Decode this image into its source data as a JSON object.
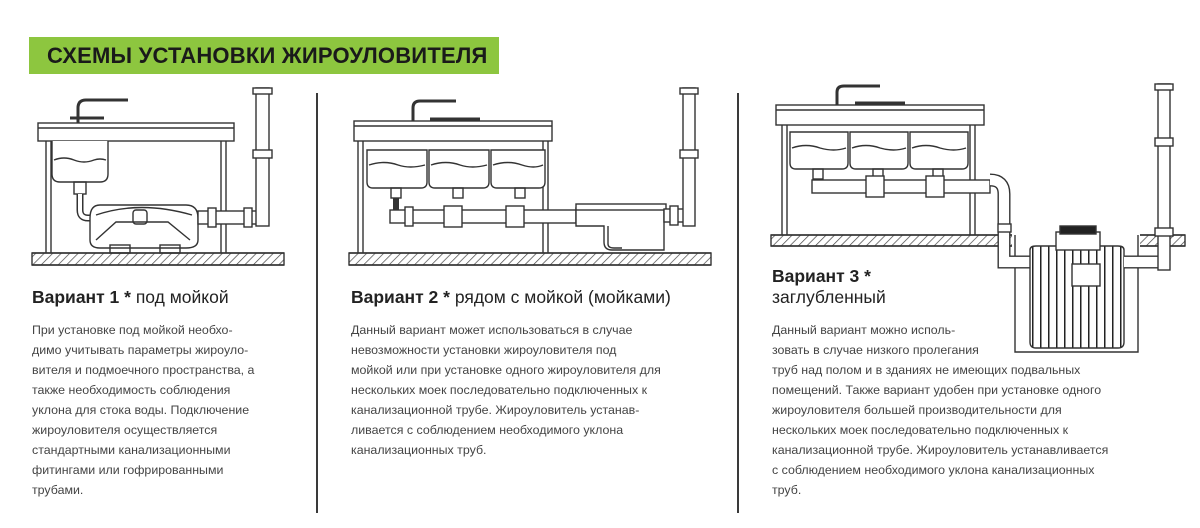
{
  "banner": {
    "title": "СХЕМЫ УСТАНОВКИ ЖИРОУЛОВИТЕЛЯ"
  },
  "variants": [
    {
      "label": "Вариант 1 *",
      "subtitle": " под мойкой",
      "lines": [
        "При установке под мойкой необхо-",
        "димо учитывать параметры жироуло-",
        "вителя и подмоечного пространства, а",
        "также необходимость соблюдения",
        "уклона для стока воды. Подключение",
        "жироуловителя осуществляется",
        "стандартными канализационными",
        "фитингами или гофрированными",
        "трубами."
      ]
    },
    {
      "label": "Вариант 2 *",
      "subtitle": " рядом с мойкой (мойками)",
      "lines": [
        "Данный вариант может использоваться в случае",
        "невозможности установки жироуловителя под",
        "мойкой или при установке одного жироуловителя для",
        "нескольких моек последовательно подключенных к",
        "канализационной трубе. Жироуловитель устанав-",
        "ливается с соблюдением необходимого уклона",
        "канализационных труб."
      ]
    },
    {
      "label": "Вариант 3 *",
      "subtitle": "заглубленный",
      "lines": [
        "Данный вариант можно исполь-",
        "зовать в случае низкого пролегания",
        "труб над полом и в зданиях не имеющих подвальных",
        "помещений. Также вариант удобен при установке одного",
        "жироуловителя большей производительности для",
        "нескольких моек последовательно подключенных к",
        "канализационной трубе. Жироуловитель устанавливается",
        "с соблюдением необходимого уклона канализационных",
        "труб."
      ]
    }
  ]
}
